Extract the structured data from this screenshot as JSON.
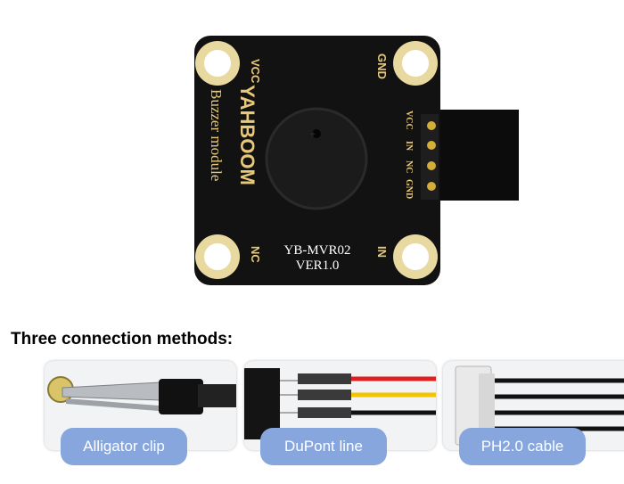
{
  "board": {
    "pin_labels": {
      "top_left": "VCC",
      "top_right": "GND",
      "bottom_left": "NC",
      "bottom_right": "IN"
    },
    "brand_text": "YAHBOOM",
    "module_name": "Buzzer module",
    "model": "YB-MVR02",
    "version": "VER1.0",
    "connector_pins": [
      "VCC",
      "IN",
      "NC",
      "GND"
    ],
    "colors": {
      "pcb": "#121212",
      "silkscreen": "#e8c97a",
      "pad": "#e8d9a0"
    }
  },
  "section_title": "Three connection methods:",
  "methods": [
    {
      "label": "Alligator clip",
      "icon": "alligator-clip-photo"
    },
    {
      "label": "DuPont line",
      "icon": "dupont-line-photo"
    },
    {
      "label": "PH2.0 cable",
      "icon": "ph2-cable-photo"
    }
  ],
  "accent_color": "#86a6dd"
}
